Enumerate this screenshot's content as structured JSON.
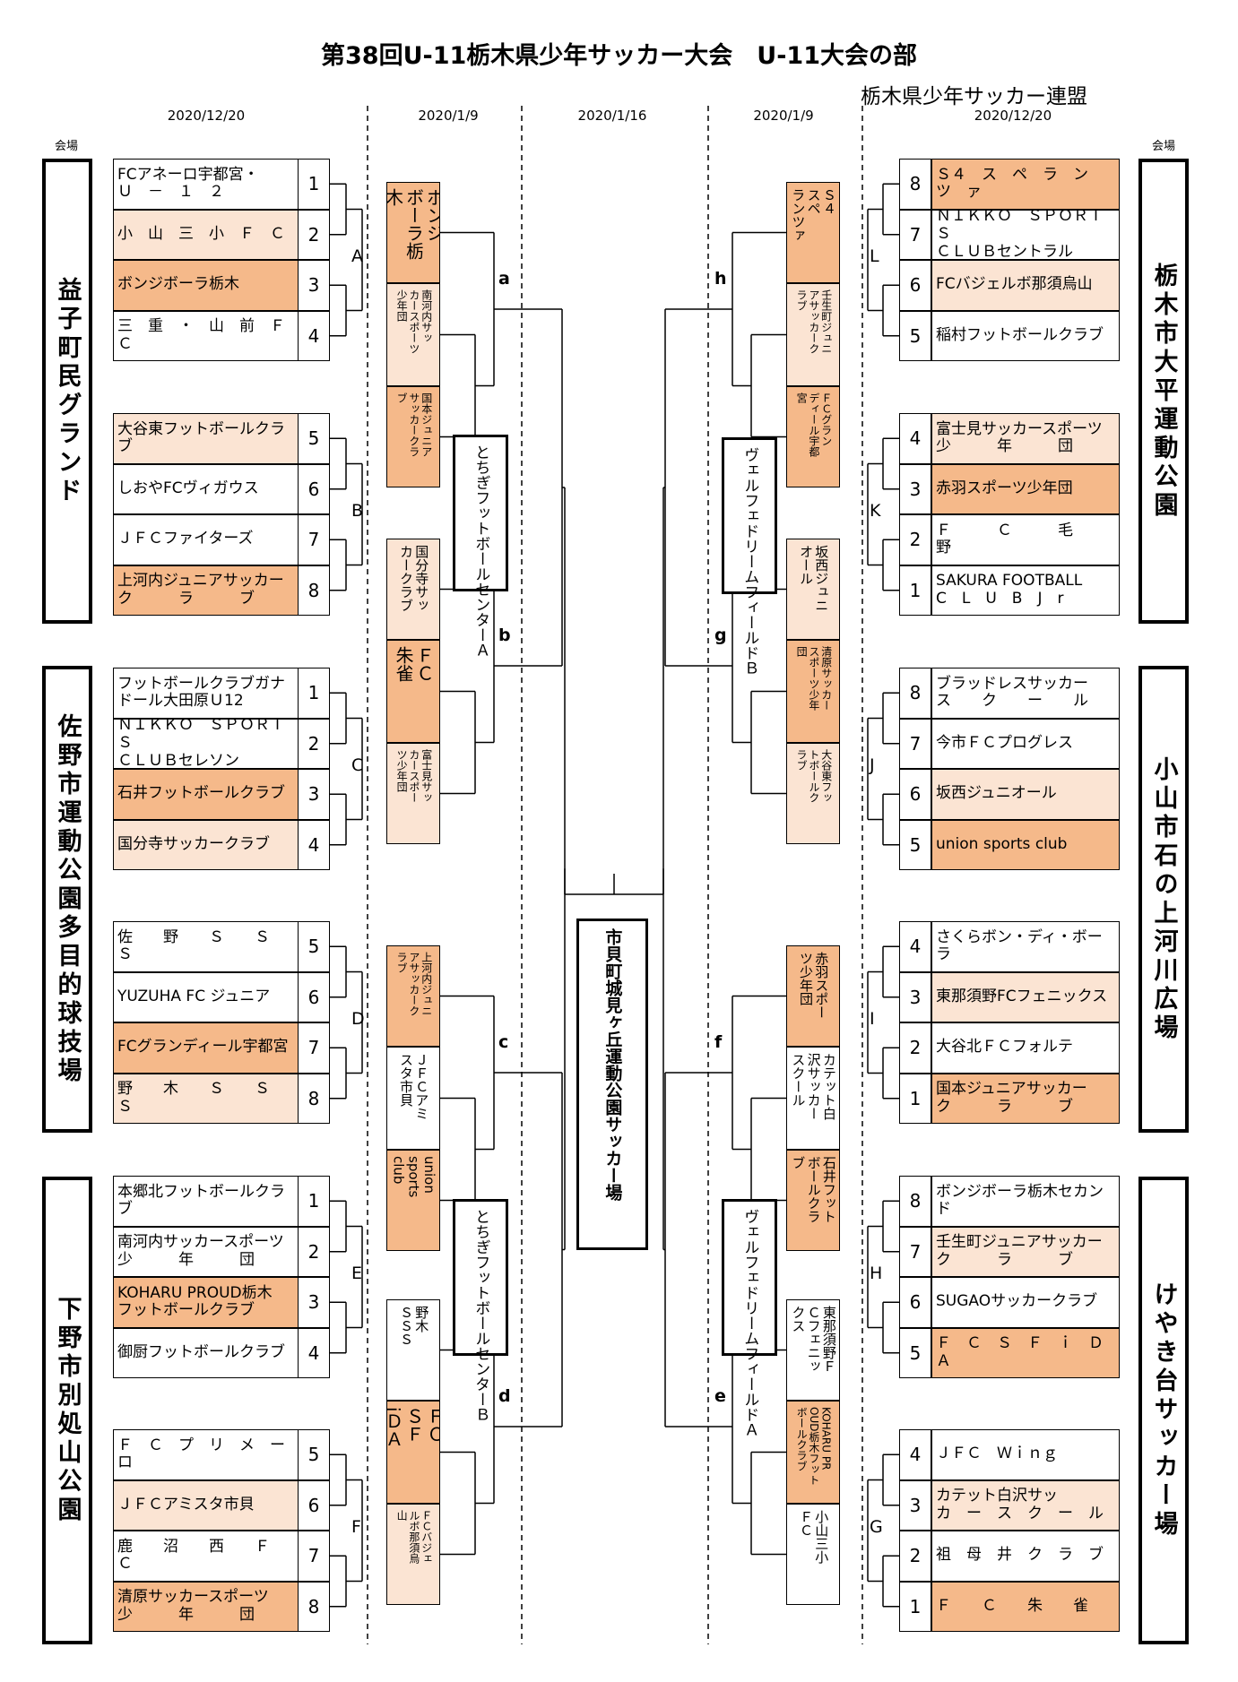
{
  "title": "第38回U-11栃木県少年サッカー大会　U-11大会の部",
  "org": "栃木県少年サッカー連盟",
  "dates": [
    "2020/12/20",
    "2020/1/9",
    "2020/1/16",
    "2020/1/9",
    "2020/12/20"
  ],
  "venue_header": "会場",
  "colors": {
    "dark": "#f5b98a",
    "light": "#fbe4d3"
  },
  "venues_left": [
    "益子町民グランド",
    "佐野市運動公園多目的球技場",
    "下野市別処山公園"
  ],
  "venues_right": [
    "栃木市大平運動公園",
    "小山市石の上河川広場",
    "けやき台サッカー場"
  ],
  "center_venue": "市貝町城見ヶ丘運動公園サッカー場",
  "groups_left": [
    {
      "label": "A",
      "teams": [
        {
          "seed": "1",
          "name": "FCアネーロ宇都宮・\nＵ　－　１　２",
          "shade": "white"
        },
        {
          "seed": "2",
          "name": "小　山　三　小　Ｆ　Ｃ",
          "shade": "light"
        },
        {
          "seed": "3",
          "name": "ボンジボーラ栃木",
          "shade": "dark"
        },
        {
          "seed": "4",
          "name": "三　重　・　山　前　Ｆ　Ｃ",
          "shade": "white"
        }
      ]
    },
    {
      "label": "B",
      "teams": [
        {
          "seed": "5",
          "name": "大谷東フットボールクラブ",
          "shade": "light"
        },
        {
          "seed": "6",
          "name": "しおやFCヴィガウス",
          "shade": "white"
        },
        {
          "seed": "7",
          "name": "ＪＦＣファイターズ",
          "shade": "white"
        },
        {
          "seed": "8",
          "name": "上河内ジュニアサッカー\nク　　　ラ　　　ブ",
          "shade": "dark"
        }
      ]
    },
    {
      "label": "C",
      "teams": [
        {
          "seed": "1",
          "name": "フットボールクラブガナ\nドール大田原Ｕ12",
          "shade": "white"
        },
        {
          "seed": "2",
          "name": "ＮＩＫＫＯ　ＳＰＯＲＴＳ\nＣＬＵＢセレソン",
          "shade": "white"
        },
        {
          "seed": "3",
          "name": "石井フットボールクラブ",
          "shade": "dark"
        },
        {
          "seed": "4",
          "name": "国分寺サッカークラブ",
          "shade": "light"
        }
      ]
    },
    {
      "label": "D",
      "teams": [
        {
          "seed": "5",
          "name": "佐　　野　　Ｓ　　Ｓ　　Ｓ",
          "shade": "white"
        },
        {
          "seed": "6",
          "name": "YUZUHA FC ジュニア",
          "shade": "white"
        },
        {
          "seed": "7",
          "name": "FCグランディール宇都宮",
          "shade": "dark"
        },
        {
          "seed": "8",
          "name": "野　　木　　Ｓ　　Ｓ　　Ｓ",
          "shade": "light"
        }
      ]
    },
    {
      "label": "E",
      "teams": [
        {
          "seed": "1",
          "name": "本郷北フットボールクラブ",
          "shade": "white"
        },
        {
          "seed": "2",
          "name": "南河内サッカースポーツ\n少　　　年　　　団",
          "shade": "white"
        },
        {
          "seed": "3",
          "name": "KOHARU PROUD栃木\nフットボールクラブ",
          "shade": "dark"
        },
        {
          "seed": "4",
          "name": "御厨フットボールクラブ",
          "shade": "white"
        }
      ]
    },
    {
      "label": "F",
      "teams": [
        {
          "seed": "5",
          "name": "Ｆ　Ｃ　プ　リ　メ　ー　ロ",
          "shade": "white"
        },
        {
          "seed": "6",
          "name": "ＪＦＣアミスタ市貝",
          "shade": "light"
        },
        {
          "seed": "7",
          "name": "鹿　　沼　　西　　Ｆ　　Ｃ",
          "shade": "white"
        },
        {
          "seed": "8",
          "name": "清原サッカースポーツ\n少　　　年　　　団",
          "shade": "dark"
        }
      ]
    }
  ],
  "groups_right": [
    {
      "label": "L",
      "teams": [
        {
          "seed": "8",
          "name": "Ｓ４　ス　ペ　ラ　ン　ツ　ァ",
          "shade": "dark"
        },
        {
          "seed": "7",
          "name": "ＮＩＫＫＯ　ＳＰＯＲＴＳ\nＣＬＵＢセントラル",
          "shade": "white"
        },
        {
          "seed": "6",
          "name": "FCバジェルボ那須烏山",
          "shade": "light"
        },
        {
          "seed": "5",
          "name": "稲村フットボールクラブ",
          "shade": "white"
        }
      ]
    },
    {
      "label": "K",
      "teams": [
        {
          "seed": "4",
          "name": "富士見サッカースポーツ\n少　　　年　　　団",
          "shade": "light"
        },
        {
          "seed": "3",
          "name": "赤羽スポーツ少年団",
          "shade": "dark"
        },
        {
          "seed": "2",
          "name": "Ｆ　　　Ｃ　　　毛　　　野",
          "shade": "white"
        },
        {
          "seed": "1",
          "name": "SAKURA FOOTBALL\nC　L　U　B　J　r",
          "shade": "white"
        }
      ]
    },
    {
      "label": "J",
      "teams": [
        {
          "seed": "8",
          "name": "ブラッドレスサッカー\nス　　ク　　ー　　ル",
          "shade": "white"
        },
        {
          "seed": "7",
          "name": "今市ＦＣプログレス",
          "shade": "white"
        },
        {
          "seed": "6",
          "name": "坂西ジュニオール",
          "shade": "light"
        },
        {
          "seed": "5",
          "name": "union sports club",
          "shade": "dark"
        }
      ]
    },
    {
      "label": "I",
      "teams": [
        {
          "seed": "4",
          "name": "さくらボン・ディ・ボーラ",
          "shade": "white"
        },
        {
          "seed": "3",
          "name": "東那須野FCフェニックス",
          "shade": "light"
        },
        {
          "seed": "2",
          "name": "大谷北ＦＣフォルテ",
          "shade": "white"
        },
        {
          "seed": "1",
          "name": "国本ジュニアサッカー\nク　　　ラ　　　ブ",
          "shade": "dark"
        }
      ]
    },
    {
      "label": "H",
      "teams": [
        {
          "seed": "8",
          "name": "ボンジボーラ栃木セカンド",
          "shade": "white"
        },
        {
          "seed": "7",
          "name": "壬生町ジュニアサッカー\nク　　　ラ　　　ブ",
          "shade": "light"
        },
        {
          "seed": "6",
          "name": "SUGAOサッカークラブ",
          "shade": "white"
        },
        {
          "seed": "5",
          "name": "Ｆ　Ｃ　Ｓ　Ｆ　ｉ　Ｄ　Ａ",
          "shade": "dark"
        }
      ]
    },
    {
      "label": "G",
      "teams": [
        {
          "seed": "4",
          "name": "ＪＦＣ　Ｗｉｎｇ",
          "shade": "white"
        },
        {
          "seed": "3",
          "name": "カテット白沢サッ\nカ　ー　ス　ク　ー　ル",
          "shade": "light"
        },
        {
          "seed": "2",
          "name": "祖　母　井　ク　ラ　ブ",
          "shade": "white"
        },
        {
          "seed": "1",
          "name": "Ｆ　　Ｃ　　朱　　雀",
          "shade": "dark"
        }
      ]
    }
  ],
  "qf_left": [
    {
      "label": "a",
      "boxes": [
        {
          "text": "ボンジ\nボーラ栃\n木",
          "shade": "dark",
          "size": "big"
        },
        {
          "text": "南河内サッ\nカースポーツ\n少年団",
          "shade": "light",
          "size": "small"
        },
        {
          "text": "国本ジュニア\nサッカークラ\nブ",
          "shade": "dark",
          "size": "small"
        }
      ]
    },
    {
      "label": "b",
      "boxes": [
        {
          "text": "国分寺サッ\nカークラブ",
          "shade": "light",
          "size": "normal"
        },
        {
          "text": "ＦＣ\n朱雀",
          "shade": "dark",
          "size": "big"
        },
        {
          "text": "富士見サッ\nカースポー\nツ少年団",
          "shade": "light",
          "size": "small"
        }
      ]
    },
    {
      "label": "c",
      "boxes": [
        {
          "text": "上河内ジュニ\nアサッカーク\nラブ",
          "shade": "dark",
          "size": "small"
        },
        {
          "text": "ＪＦＣアミ\nスタ市貝",
          "shade": "white",
          "size": "normal"
        },
        {
          "text": "union\nsports\nclub",
          "shade": "dark",
          "size": "normal"
        }
      ]
    },
    {
      "label": "d",
      "boxes": [
        {
          "text": "野木\nＳＳＳ",
          "shade": "white",
          "size": "normal"
        },
        {
          "text": "ＦＣ\nＳＦ\niＤＡ",
          "shade": "dark",
          "size": "big"
        },
        {
          "text": "ＦＣバジェ\nルボ那須烏\n山",
          "shade": "light",
          "size": "small"
        }
      ]
    }
  ],
  "qf_right": [
    {
      "label": "h",
      "boxes": [
        {
          "text": "Ｓ４\nスペ\nランツァ",
          "shade": "dark",
          "size": "normal"
        },
        {
          "text": "壬生町ジュニ\nアサッカーク\nラブ",
          "shade": "light",
          "size": "small"
        },
        {
          "text": "ＦＣグラン\nディール宇都\n宮",
          "shade": "dark",
          "size": "small"
        }
      ]
    },
    {
      "label": "g",
      "boxes": [
        {
          "text": "坂西ジュニ\nオール",
          "shade": "light",
          "size": "normal"
        },
        {
          "text": "清原サッカー\nスポーツ少年\n団",
          "shade": "dark",
          "size": "small"
        },
        {
          "text": "大谷東フッ\nトボールク\nラブ",
          "shade": "light",
          "size": "small"
        }
      ]
    },
    {
      "label": "f",
      "boxes": [
        {
          "text": "赤羽スポー\nツ少年団",
          "shade": "dark",
          "size": "normal"
        },
        {
          "text": "カテット白\n沢サッカー\nスクール",
          "shade": "white",
          "size": "normal"
        },
        {
          "text": "石井フット\nボールクラ\nブ",
          "shade": "dark",
          "size": "normal"
        }
      ]
    },
    {
      "label": "e",
      "boxes": [
        {
          "text": "東那須野Ｆ\nＣフェニッ\nクス",
          "shade": "white",
          "size": "normal"
        },
        {
          "text": "KOHARU PR\nOUD栃木フット\nボールクラブ",
          "shade": "dark",
          "size": "small"
        },
        {
          "text": "小山三小\nＦＣ",
          "shade": "white",
          "size": "normal"
        }
      ]
    }
  ],
  "sf_venues": [
    "とちぎフットボールセンターＡ",
    "とちぎフットボールセンターＢ",
    "ヴェルフェドリームフィールドＢ",
    "ヴェルフェドリームフィールドＡ"
  ]
}
